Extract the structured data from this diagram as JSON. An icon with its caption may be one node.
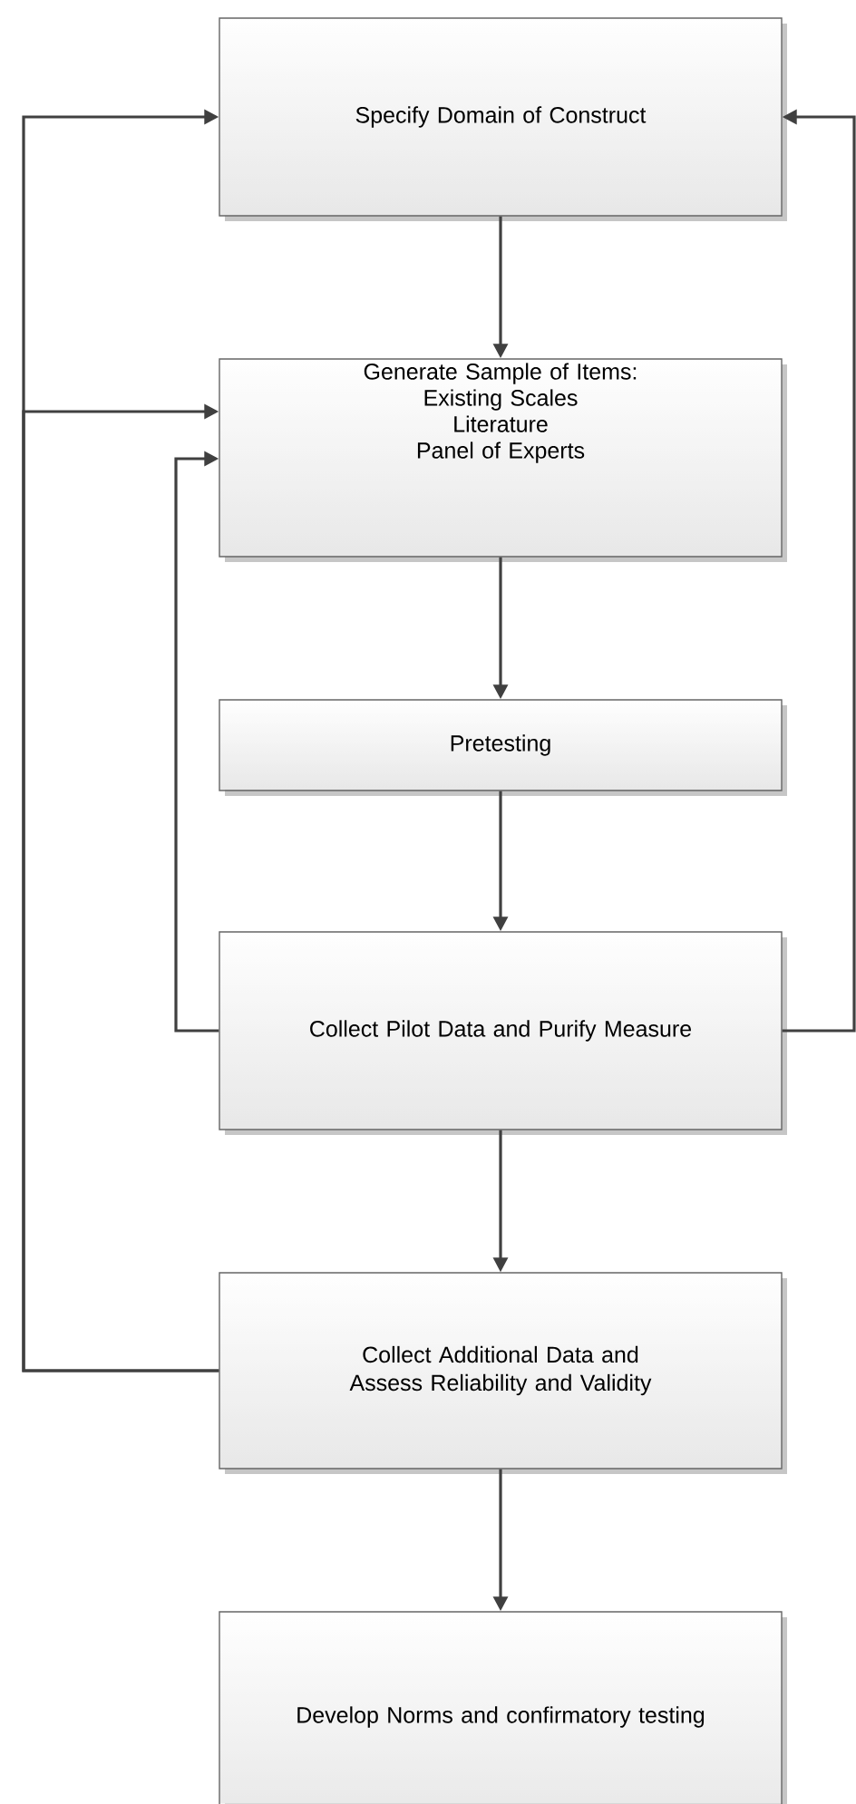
{
  "diagram": {
    "nodes": [
      {
        "text": [
          "Specify Domain of Construct"
        ]
      },
      {
        "text": [
          "Generate Sample of Items:",
          "Existing Scales",
          "Literature",
          "Panel of Experts"
        ]
      },
      {
        "text": [
          "Pretesting"
        ]
      },
      {
        "text": [
          "Collect Pilot Data and Purify Measure"
        ]
      },
      {
        "text": [
          "Collect Additional Data and Assess Reliability and Validity"
        ]
      },
      {
        "text": [
          "Develop Norms and confirmatory testing"
        ]
      }
    ],
    "edges": [
      {
        "from": 0,
        "to": 1,
        "arrow": "to"
      },
      {
        "from": 1,
        "to": 2,
        "arrow": "to"
      },
      {
        "from": 2,
        "to": 3,
        "arrow": "to"
      },
      {
        "from": 3,
        "to": 4,
        "arrow": "to"
      },
      {
        "from": 4,
        "to": 5,
        "arrow": "to"
      },
      {
        "from": 4,
        "to": 0,
        "arrow": "to"
      },
      {
        "from": 4,
        "to": 1,
        "arrow": "to"
      },
      {
        "from": 3,
        "to": 1,
        "arrow": "to"
      },
      {
        "from": 3,
        "to": 0,
        "arrow": "to"
      }
    ]
  }
}
